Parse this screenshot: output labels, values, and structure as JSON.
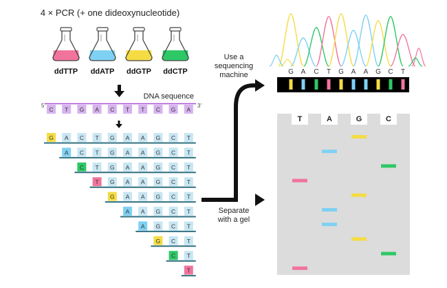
{
  "header": {
    "title": "4 × PCR (+ one dideoxynucleotide)"
  },
  "flasks": [
    {
      "label": "ddTTP",
      "color": "#f1749c"
    },
    {
      "label": "ddATP",
      "color": "#7fd1f3"
    },
    {
      "label": "ddGTP",
      "color": "#f5dc45"
    },
    {
      "label": "ddCTP",
      "color": "#2ec866"
    }
  ],
  "template_strand": {
    "label": "DNA sequence",
    "end5": "5'",
    "end3": "3'",
    "bases": [
      "C",
      "T",
      "G",
      "A",
      "C",
      "T",
      "T",
      "C",
      "G",
      "A"
    ]
  },
  "fragments": [
    [
      "G",
      "A",
      "C",
      "T",
      "G",
      "A",
      "A",
      "G",
      "C",
      "T"
    ],
    [
      "A",
      "C",
      "T",
      "G",
      "A",
      "A",
      "G",
      "C",
      "T"
    ],
    [
      "C",
      "T",
      "G",
      "A",
      "A",
      "G",
      "C",
      "T"
    ],
    [
      "T",
      "G",
      "A",
      "A",
      "G",
      "C",
      "T"
    ],
    [
      "G",
      "A",
      "A",
      "G",
      "C",
      "T"
    ],
    [
      "A",
      "A",
      "G",
      "C",
      "T"
    ],
    [
      "A",
      "G",
      "C",
      "T"
    ],
    [
      "G",
      "C",
      "T"
    ],
    [
      "C",
      "T"
    ],
    [
      "T"
    ]
  ],
  "methods": {
    "machine_label": [
      "Use a",
      "sequencing",
      "machine"
    ],
    "gel_label": [
      "Separate",
      "with a gel"
    ]
  },
  "chromatogram": {
    "read": [
      "G",
      "A",
      "C",
      "T",
      "G",
      "A",
      "A",
      "G",
      "C",
      "T"
    ]
  },
  "gel": {
    "lanes": [
      "T",
      "A",
      "G",
      "C"
    ],
    "band_order": [
      "G",
      "A",
      "C",
      "T",
      "G",
      "A",
      "A",
      "G",
      "C",
      "T"
    ]
  },
  "colors": {
    "T": "#f1749c",
    "A": "#7fd1f3",
    "G": "#f5dc45",
    "C": "#2ec866",
    "template_cell": "#d7b3ee",
    "template_line": "#a94fd8",
    "fragment_cell": "#c8e6f3",
    "fragment_line": "#2f6f80",
    "gel_bg": "#dcdcdc"
  }
}
